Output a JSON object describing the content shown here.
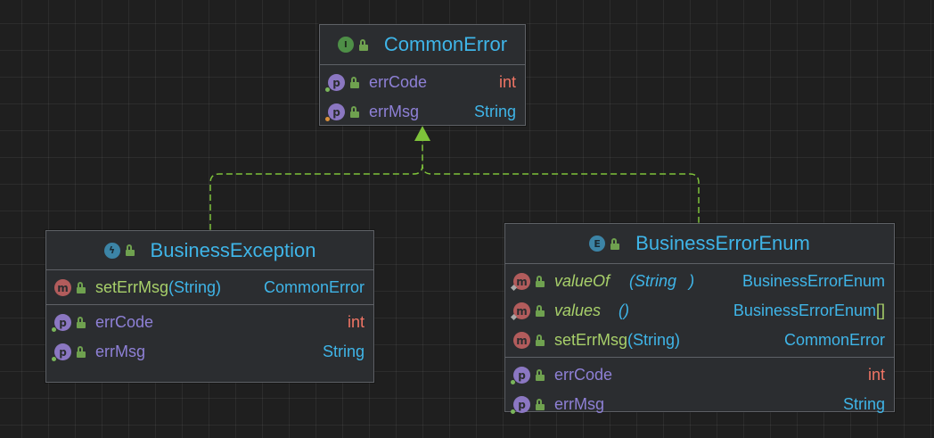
{
  "colors": {
    "edge": "#7ec23a",
    "title": "#3fb5e8",
    "property_name": "#8e80d6",
    "method_name": "#a8d06a",
    "primitive_type": "#f07565",
    "class_type": "#3fb5e8"
  },
  "nodes": {
    "common_error": {
      "title": "CommonError",
      "kind_icon": "interface-icon",
      "kind_letter": "I",
      "properties": [
        {
          "name": "errCode",
          "type": "int"
        },
        {
          "name": "errMsg",
          "type": "String"
        }
      ]
    },
    "business_exception": {
      "title": "BusinessException",
      "kind_icon": "exception-class-icon",
      "kind_letter": "ϟ",
      "methods": [
        {
          "name": "setErrMsg",
          "params": "(String)",
          "returns": "CommonError"
        }
      ],
      "properties": [
        {
          "name": "errCode",
          "type": "int"
        },
        {
          "name": "errMsg",
          "type": "String"
        }
      ]
    },
    "business_error_enum": {
      "title": "BusinessErrorEnum",
      "kind_icon": "enum-icon",
      "kind_letter": "E",
      "methods": [
        {
          "name": "valueOf",
          "params": "(String",
          "params_close": ")",
          "returns": "BusinessErrorEnum"
        },
        {
          "name": "values",
          "params": "()",
          "returns": "BusinessErrorEnum",
          "returns_suffix": "[]"
        },
        {
          "name": "setErrMsg",
          "params": "(String)",
          "returns": "CommonError"
        }
      ],
      "properties": [
        {
          "name": "errCode",
          "type": "int"
        },
        {
          "name": "errMsg",
          "type": "String"
        }
      ]
    }
  }
}
